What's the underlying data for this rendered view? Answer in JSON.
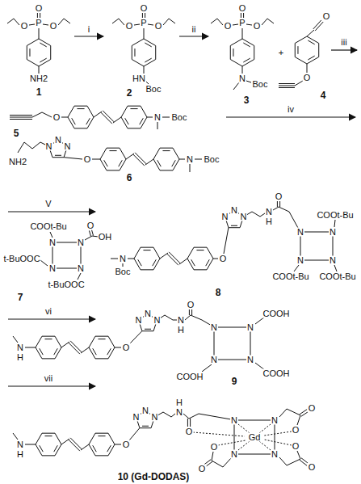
{
  "diagram": {
    "labels": [
      "O",
      "P",
      "O",
      "O",
      "NH2",
      "1",
      "i",
      "O",
      "P",
      "O",
      "O",
      "HN",
      "Boc",
      "2",
      "ii",
      "O",
      "P",
      "O",
      "O",
      "N",
      "Boc",
      "3",
      "+",
      "O",
      "O",
      "4",
      "iii",
      "O",
      "N",
      "Boc",
      "5",
      "iv",
      "N",
      "N",
      "N",
      "NH2",
      "O",
      "N",
      "Boc",
      "6",
      "V",
      "COOt-Bu",
      "O",
      "OH",
      "N",
      "N",
      "t-BuOOC",
      "N",
      "N",
      "t-BuOOC",
      "7",
      "N",
      "N",
      "N",
      "O",
      "N",
      "H",
      "COOt-Bu",
      "N",
      "N",
      "O",
      "N",
      "N",
      "N",
      "Boc",
      "COOt-Bu",
      "COOt-Bu",
      "8",
      "vi",
      "O",
      "COOH",
      "N",
      "N",
      "N",
      "N",
      "H",
      "N",
      "N",
      "N",
      "O",
      "H",
      "N",
      "N",
      "COOH",
      "COOH",
      "9",
      "vii",
      "H",
      "N",
      "N",
      "N",
      "N",
      "O",
      "N",
      "N",
      "O",
      "O",
      "Gd",
      "N",
      "O",
      "O",
      "O",
      "H",
      "N",
      "N",
      "O",
      "O",
      "10 (Gd-DODAS)"
    ]
  }
}
